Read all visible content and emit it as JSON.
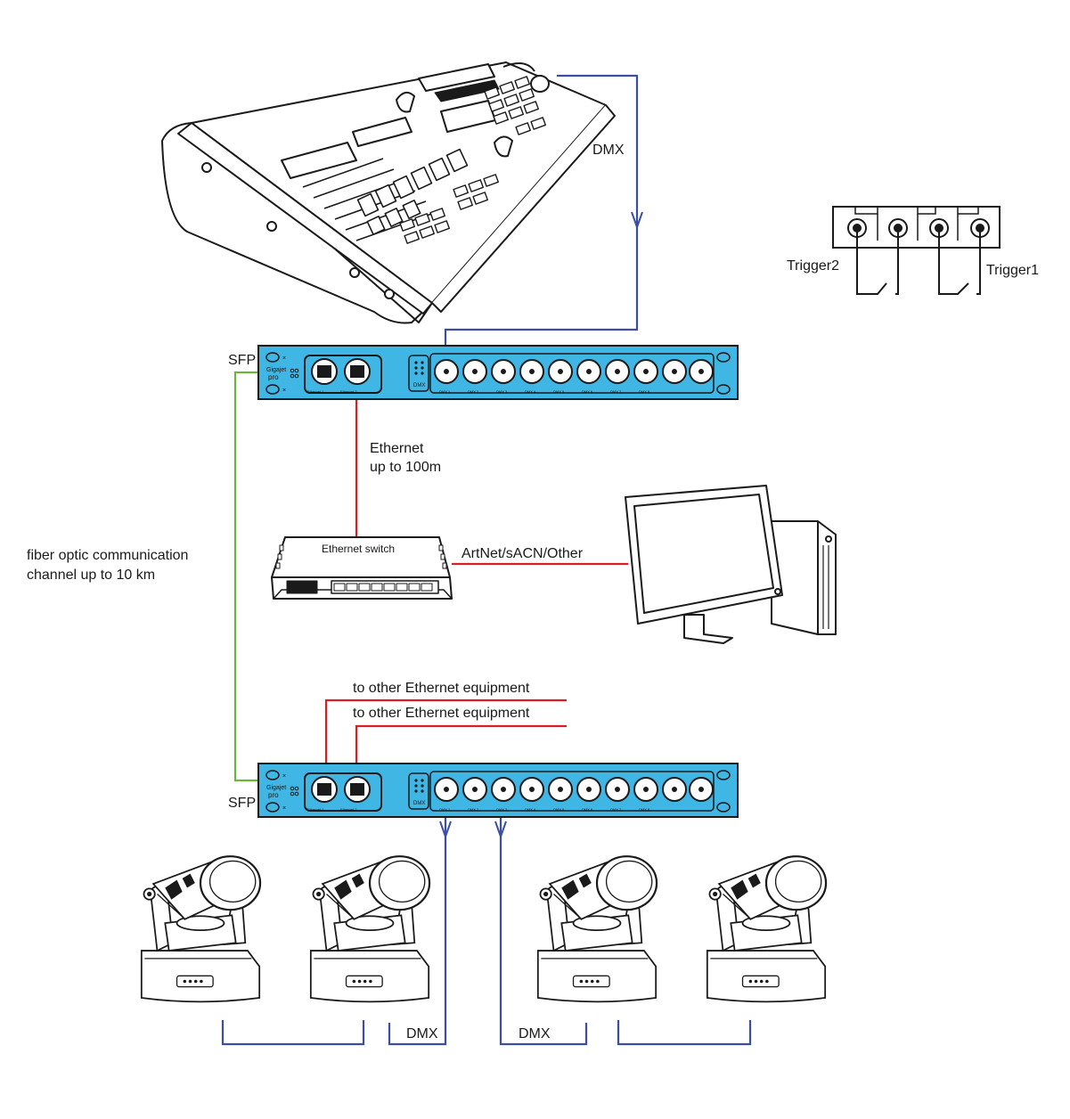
{
  "colors": {
    "dmx": "#3b4ea3",
    "ethernet": "#d81f26",
    "fiber": "#6db33f",
    "node_fill": "#3fb6e4",
    "outline": "#1a1a1a"
  },
  "labels": {
    "dmx_top": "DMX",
    "trigger2": "Trigger2",
    "trigger1": "Trigger1",
    "sfp_top": "SFP",
    "sfp_bottom": "SFP",
    "ethernet_line1": "Ethernet",
    "ethernet_line2": "up to 100m",
    "fiber_line1": "fiber optic communication",
    "fiber_line2": "channel up to 10 km",
    "switch_name": "Ethernet switch",
    "artnet": "ArtNet/sACN/Other",
    "other_eth_1": "to other Ethernet equipment",
    "other_eth_2": "to other Ethernet equipment",
    "dmx_bottom_left": "DMX",
    "dmx_bottom_right": "DMX"
  },
  "node_panel": {
    "brand_line1": "Gigajet",
    "brand_line2": "pro",
    "dmx_block_label": "DMX",
    "port_captions": [
      "Ethernet 1",
      "Ethernet 2",
      "DMX 1",
      "DMX 2",
      "DMX 3",
      "DMX 4",
      "DMX 5",
      "DMX 6",
      "DMX 7",
      "DMX 8"
    ]
  },
  "icons": {
    "console": "lighting-console-icon",
    "monitor": "computer-monitor-icon",
    "switch": "ethernet-switch-icon",
    "moving_head": "moving-head-fixture-icon",
    "trigger_block": "trigger-terminal-block-icon"
  }
}
